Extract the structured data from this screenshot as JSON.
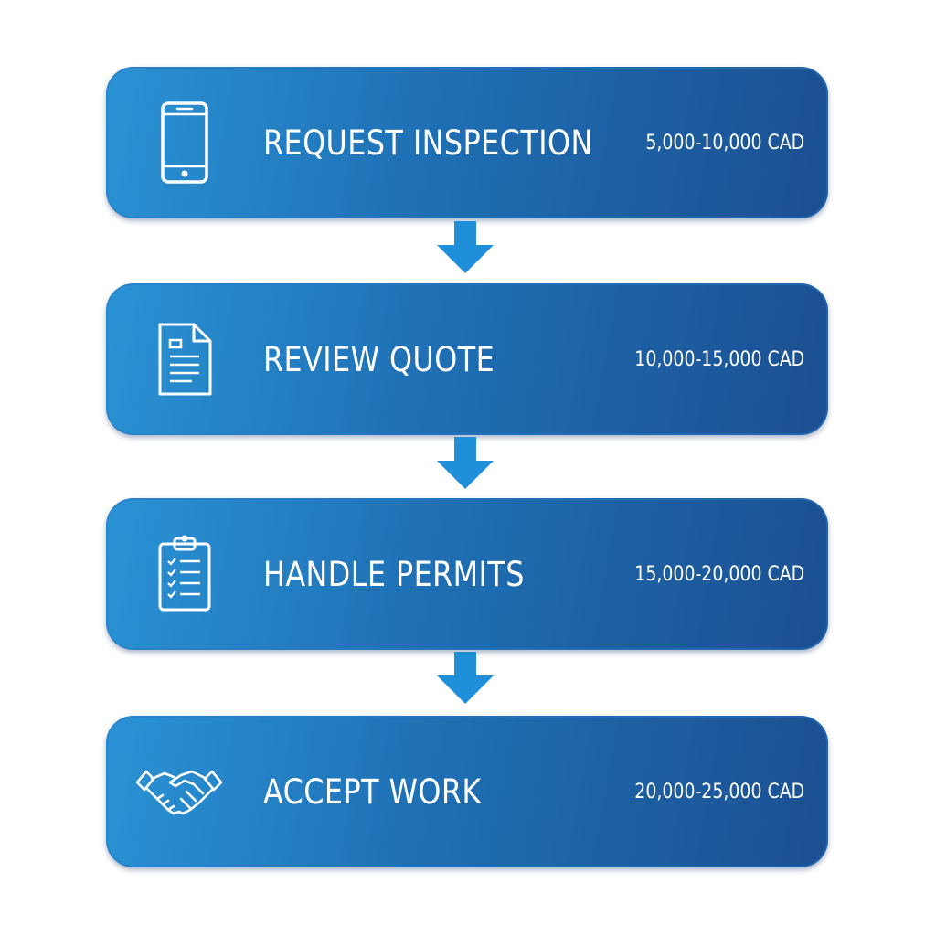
{
  "steps": [
    {
      "label": "REQUEST INSPECTION",
      "amount": "5,000-10,000 CAD",
      "icon": "smartphone-icon"
    },
    {
      "label": "REVIEW QUOTE",
      "amount": "10,000-15,000 CAD",
      "icon": "document-icon"
    },
    {
      "label": "HANDLE PERMITS",
      "amount": "15,000-20,000 CAD",
      "icon": "clipboard-checklist-icon"
    },
    {
      "label": "ACCEPT WORK",
      "amount": "20,000-25,000 CAD",
      "icon": "handshake-icon"
    }
  ],
  "colors": {
    "box_start": "#2a93d5",
    "box_end": "#1b4f91",
    "arrow": "#1e8fd8",
    "text": "#ffffff"
  }
}
